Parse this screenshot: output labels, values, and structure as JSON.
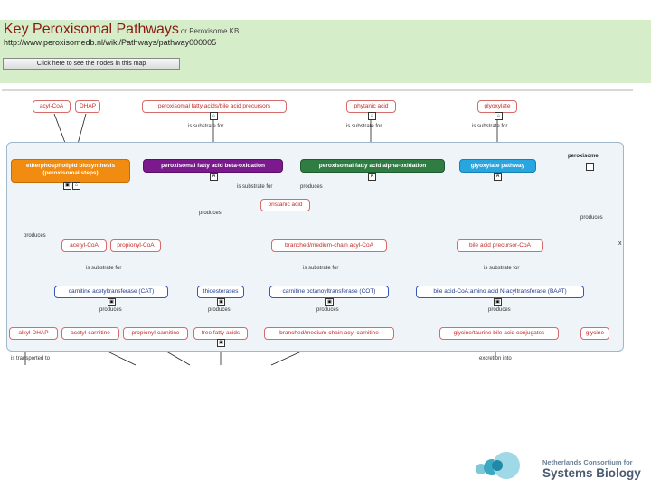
{
  "header": {
    "title": "Key Peroxisomal Pathways",
    "subtitle": "or Peroxisome KB",
    "url": "http://www.peroxisomedb.nl/wiki/Pathways/pathway000005",
    "toggle_label": "Click here to see the nodes in this map"
  },
  "map": {
    "top_nodes": {
      "acyl_coa": "acyl-CoA",
      "dhap": "DHAP",
      "fatty_acids": "peroxisomal fatty acids/bile acid precursors",
      "phytanic": "phytanic acid",
      "glyoxylate": "glyoxylate"
    },
    "compartment_label": "peroxisome",
    "pathways": {
      "ether": "etherphospholipid biosynthesis (peroxisomal steps)",
      "beta": "peroxisomal fatty acid beta-oxidation",
      "alpha": "peroxisomal fatty acid alpha-oxidation",
      "glyox": "glyoxylate pathway"
    },
    "mid_nodes": {
      "pristanic": "pristanic acid",
      "acetyl_coa": "acetyl-CoA",
      "propionyl_coa": "propionyl-CoA",
      "branched_coa": "branched/medium-chain acyl-CoA",
      "bile_precursor": "bile acid precursor-CoA"
    },
    "enzymes": {
      "cat": "carnitine acetyltransferase (CAT)",
      "thio": "thioesterases",
      "cot": "carnitine octanoyltransferase (COT)",
      "baat": "bile acid-CoA:amino acid N-acyltransferase (BAAT)"
    },
    "products": {
      "alkyl_dhap": "alkyl-DHAP",
      "acetyl_carnitine": "acetyl-carnitine",
      "propionyl_carnitine": "propionyl-carnitine",
      "free_fa": "free fatty acids",
      "branched_carnitine": "branched/medium-chain acyl-carnitine",
      "glycine_conj": "glycine/taurine bile acid conjugates",
      "glycine": "glycine"
    },
    "labels": {
      "substrate": "is substrate for",
      "produces": "produces",
      "transported": "is transported to",
      "excretion": "excretion into"
    },
    "close_mark": "x"
  },
  "logo": {
    "line1": "Netherlands Consortium for",
    "line2": "Systems Biology"
  }
}
